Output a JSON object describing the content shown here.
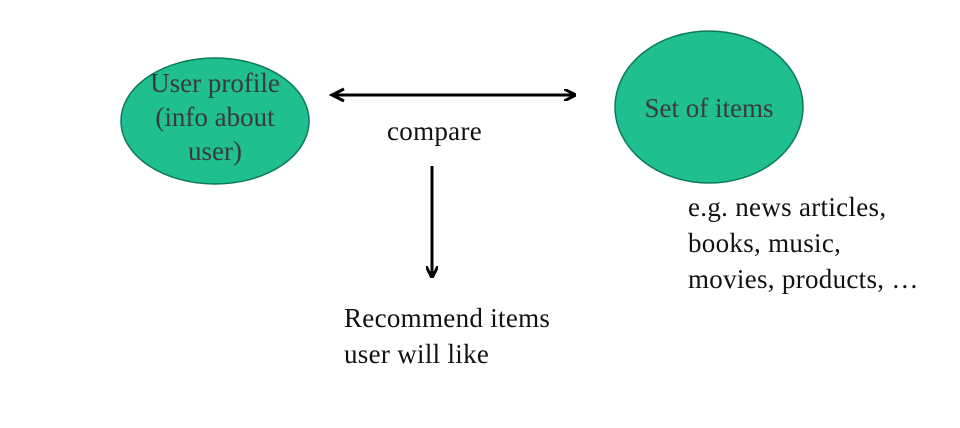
{
  "colors": {
    "node_fill": "#1fbf8f",
    "node_stroke": "#0f7a5a",
    "arrow": "#000000",
    "text": "#111111"
  },
  "nodes": {
    "user_profile": {
      "label": "User profile\n(info about\nuser)"
    },
    "set_of_items": {
      "label": "Set of items"
    }
  },
  "edges": {
    "compare": {
      "label": "compare",
      "direction": "bidirectional"
    },
    "recommend": {
      "direction": "down"
    }
  },
  "labels": {
    "examples": "e.g. news articles,\nbooks, music,\nmovies, products, …",
    "recommend": "Recommend items\nuser will like"
  }
}
